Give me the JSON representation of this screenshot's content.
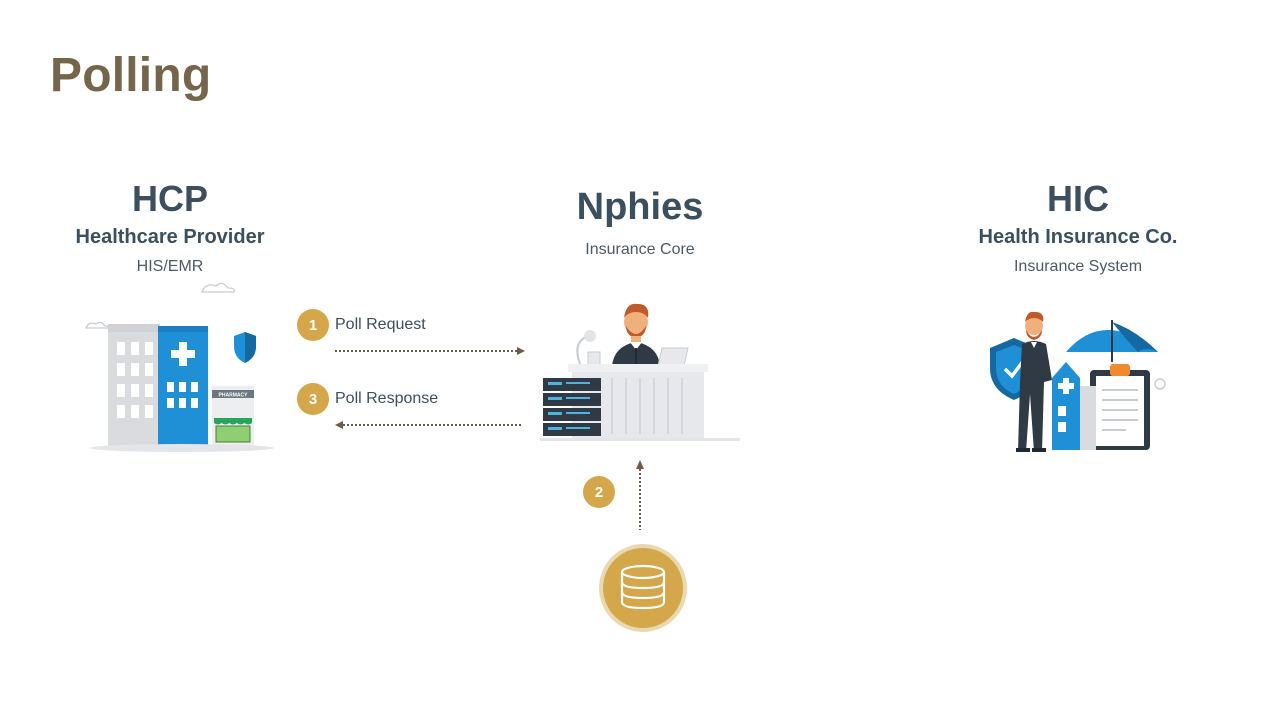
{
  "title": "Polling",
  "nodes": {
    "hcp": {
      "title": "HCP",
      "subtitle": "Healthcare Provider",
      "desc": "HIS/EMR",
      "pharmacy_sign": "PHARMACY"
    },
    "nphies": {
      "title": "Nphies",
      "desc": "Insurance Core"
    },
    "hic": {
      "title": "HIC",
      "subtitle": "Health Insurance Co.",
      "desc": "Insurance System"
    }
  },
  "steps": [
    {
      "number": "1",
      "label": "Poll Request"
    },
    {
      "number": "2",
      "label": ""
    },
    {
      "number": "3",
      "label": "Poll Response"
    }
  ],
  "colors": {
    "title": "#75654b",
    "heading": "#3b4f5e",
    "accent_gold": "#d3a74a",
    "arrow": "#6b5d46",
    "hospital_blue": "#1f8fd6",
    "hospital_gray": "#d9dbde"
  },
  "icons": {
    "database": "database-icon",
    "hospital": "hospital-illustration",
    "nphies": "agent-server-illustration",
    "hic": "insurance-illustration"
  }
}
